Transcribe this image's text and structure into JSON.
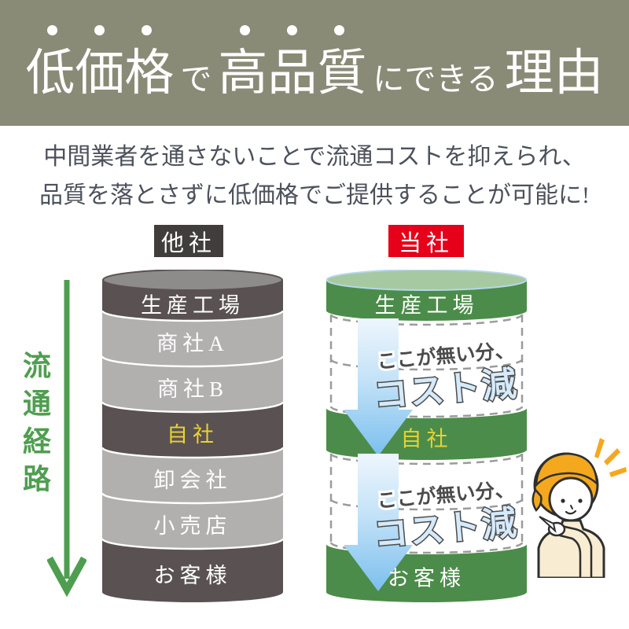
{
  "banner": {
    "part1": "低価格",
    "part2": "で",
    "part3": "高品質",
    "part4": "にできる",
    "part5": "理由",
    "bg_color": "#8a8b77"
  },
  "intro": {
    "line1": "中間業者を通さないことで流通コストを抑えられ、",
    "line2": "品質を落とさずに低価格でご提供することが可能に!"
  },
  "comparison": {
    "other_label": "他社",
    "our_label": "当社",
    "route_label": "流通経路",
    "other_layers": [
      "生産工場",
      "商社A",
      "商社B",
      "自社",
      "卸会社",
      "小売店",
      "お客様"
    ],
    "our_layers": [
      "生産工場",
      "自社",
      "お客様"
    ],
    "gap_note": {
      "line1": "ここが無い分、",
      "line2": "コスト減"
    },
    "colors": {
      "other_tag_bg": "#413d3c",
      "our_tag_bg": "#e60019",
      "dark_layer": "#5a5252",
      "light_layer": "#b2afaf",
      "green_layer": "#4c8c4a",
      "green_top": "#a6c9a1",
      "highlight_yellow": "#e8d233",
      "arrow_blue": "#7bbfee",
      "route_green": "#4f9e50",
      "dashed_border": "#9b9b9b"
    }
  }
}
